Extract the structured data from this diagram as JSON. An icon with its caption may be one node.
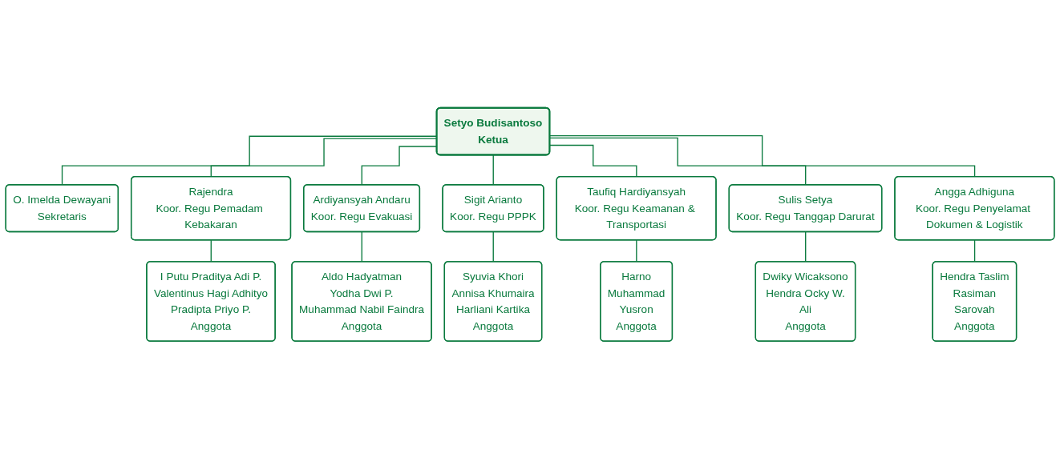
{
  "diagram": {
    "nodes": [
      {
        "text": [
          "Setyo Budisantoso",
          "Ketua"
        ]
      },
      {
        "text": [
          "O. Imelda Dewayani",
          "Sekretaris"
        ]
      },
      {
        "text": [
          "Rajendra",
          "Koor. Regu Pemadam Kebakaran"
        ]
      },
      {
        "text": [
          "Ardiyansyah Andaru",
          "Koor. Regu Evakuasi"
        ]
      },
      {
        "text": [
          "Sigit Arianto",
          "Koor. Regu PPPK"
        ]
      },
      {
        "text": [
          "Taufiq Hardiyansyah",
          "Koor. Regu Keamanan & Transportasi"
        ]
      },
      {
        "text": [
          "Sulis Setya",
          "Koor. Regu Tanggap Darurat"
        ]
      },
      {
        "text": [
          "Angga Adhiguna",
          "Koor. Regu Penyelamat Dokumen & Logistik"
        ]
      },
      {
        "text": [
          "I Putu Praditya Adi P.",
          "Valentinus Hagi Adhityo",
          "Pradipta Priyo P.",
          "Anggota"
        ]
      },
      {
        "text": [
          "Aldo Hadyatman",
          "Yodha Dwi P.",
          "Muhammad Nabil Faindra",
          "Anggota"
        ]
      },
      {
        "text": [
          "Syuvia Khori",
          "Annisa Khumaira",
          "Harliani Kartika",
          "Anggota"
        ]
      },
      {
        "text": [
          "Harno",
          "Muhammad",
          "Yusron",
          "Anggota"
        ]
      },
      {
        "text": [
          "Dwiky Wicaksono",
          "Hendra Ocky W.",
          "Ali",
          "Anggota"
        ]
      },
      {
        "text": [
          "Hendra Taslim",
          "Rasiman",
          "Sarovah",
          "Anggota"
        ]
      }
    ],
    "edges": [
      {
        "from": 0,
        "to": 1,
        "arrow": "none"
      },
      {
        "from": 0,
        "to": 2,
        "arrow": "none"
      },
      {
        "from": 0,
        "to": 3,
        "arrow": "none"
      },
      {
        "from": 0,
        "to": 4,
        "arrow": "none"
      },
      {
        "from": 0,
        "to": 5,
        "arrow": "none"
      },
      {
        "from": 0,
        "to": 6,
        "arrow": "none"
      },
      {
        "from": 0,
        "to": 7,
        "arrow": "none"
      },
      {
        "from": 2,
        "to": 8,
        "arrow": "none"
      },
      {
        "from": 3,
        "to": 9,
        "arrow": "none"
      },
      {
        "from": 4,
        "to": 10,
        "arrow": "none"
      },
      {
        "from": 5,
        "to": 11,
        "arrow": "none"
      },
      {
        "from": 6,
        "to": 12,
        "arrow": "none"
      },
      {
        "from": 7,
        "to": 13,
        "arrow": "none"
      }
    ]
  }
}
